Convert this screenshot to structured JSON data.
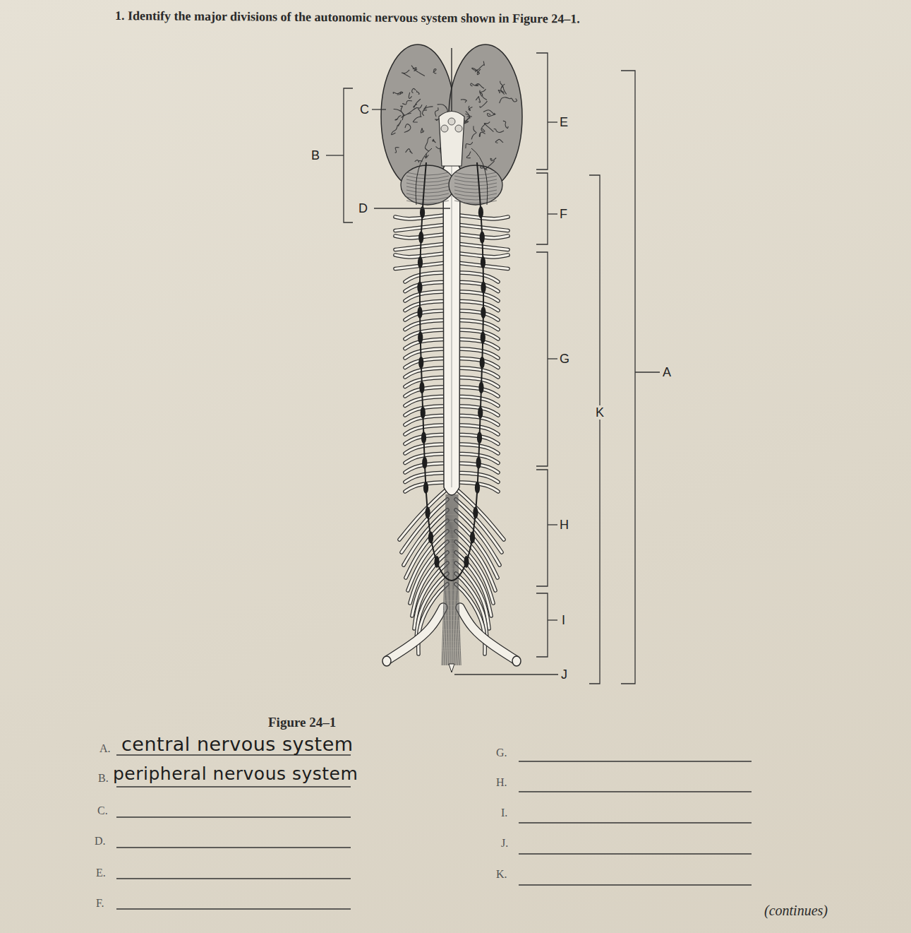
{
  "diagram": {
    "title": "1. Identify the major divisions of the autonomic nervous system shown in Figure 24–1.",
    "caption": "Figure 24–1",
    "labels": [
      "C",
      "B",
      "D",
      "E",
      "F",
      "G",
      "K",
      "A",
      "H",
      "I",
      "J",
      "A.",
      "central nervous system",
      "B.",
      "peripheral nervous system",
      "C.",
      "D.",
      "E.",
      "F.",
      "G.",
      "H.",
      "I.",
      "J.",
      "K.",
      "(continues)"
    ]
  }
}
